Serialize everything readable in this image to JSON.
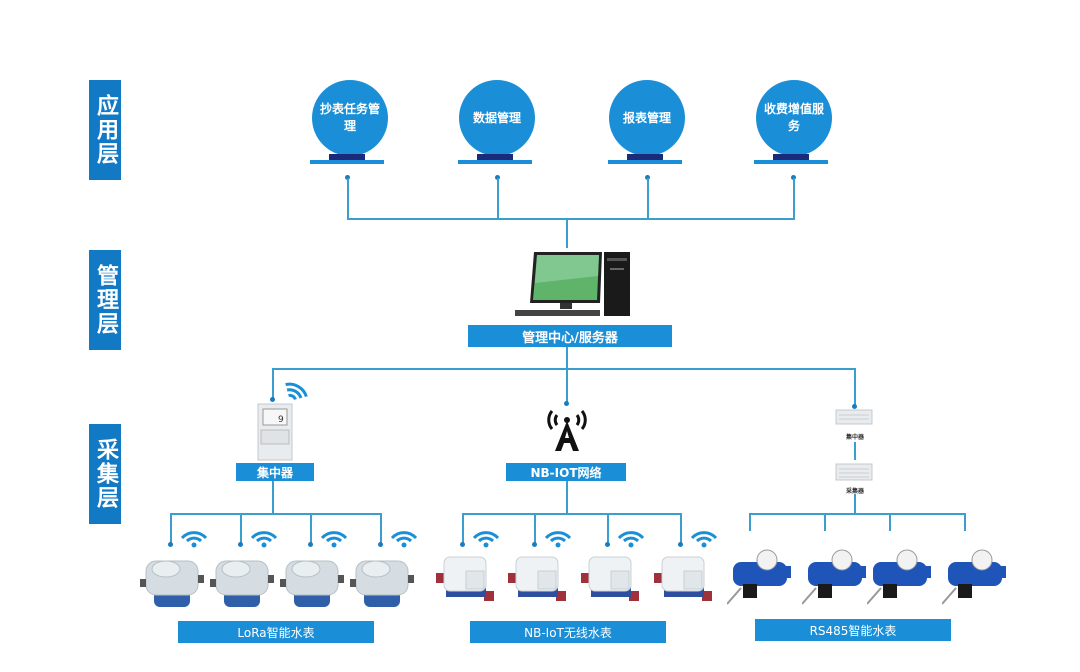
{
  "layers": [
    {
      "label": "应用层"
    },
    {
      "label": "管理层"
    },
    {
      "label": "采集层"
    }
  ],
  "applications": [
    {
      "label": "抄表任务管理"
    },
    {
      "label": "数据管理"
    },
    {
      "label": "报表管理"
    },
    {
      "label": "收费增值服务"
    }
  ],
  "server": {
    "label": "管理中心/服务器",
    "icon": "desktop-computer-icon"
  },
  "gateways": [
    {
      "label": "集中器",
      "icon": "concentrator-device-icon"
    },
    {
      "label": "NB-IOT网络",
      "icon": "antenna-tower-icon"
    },
    {
      "label": "集中器",
      "sub_label": "采集器",
      "icon": "rs485-collector-icon"
    }
  ],
  "meter_groups": [
    {
      "label": "LoRa智能水表",
      "count": 4,
      "wireless": true,
      "color": "#1a8fd8"
    },
    {
      "label": "NB-IoT无线水表",
      "count": 4,
      "wireless": true,
      "color": "#1a8fd8"
    },
    {
      "label": "RS485智能水表",
      "count": 4,
      "wireless": false,
      "color": "#1a8fd8"
    }
  ],
  "colors": {
    "accent": "#1279c4",
    "circle": "#1a8fd8",
    "connector": "#3a9fd0",
    "base_dark": "#1c2a7a"
  }
}
